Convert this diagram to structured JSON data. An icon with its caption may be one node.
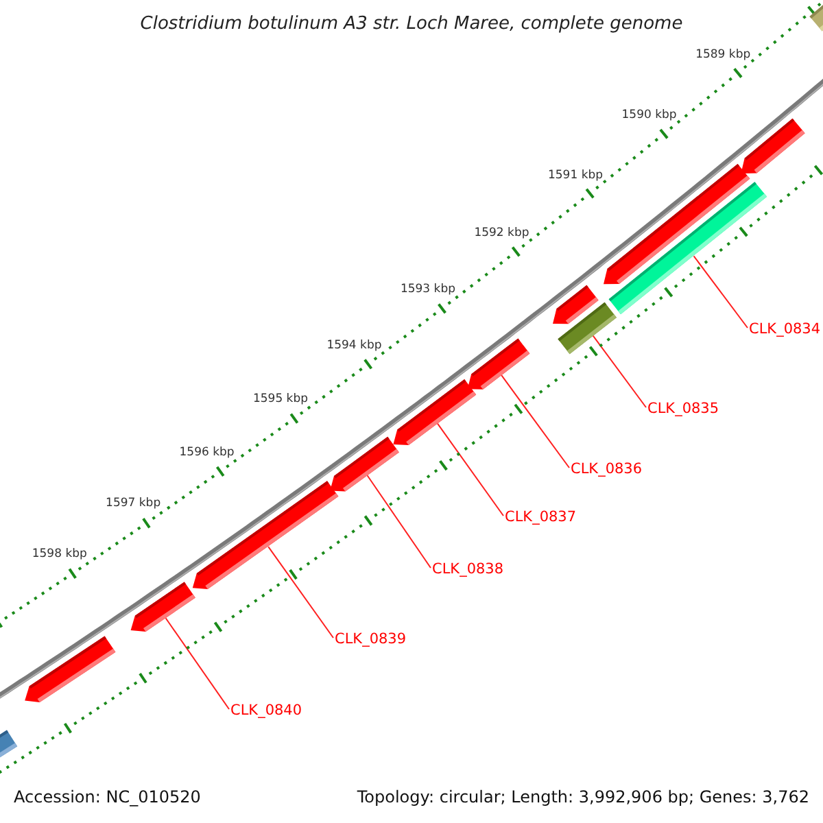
{
  "diagram": {
    "title": "Clostridium botulinum A3 str. Loch Maree, complete genome",
    "nodes": [
      {
        "text": [
          "CLK_0834"
        ]
      },
      {
        "text": [
          "CLK_0835"
        ]
      },
      {
        "text": [
          "CLK_0836"
        ]
      },
      {
        "text": [
          "CLK_0837"
        ]
      },
      {
        "text": [
          "CLK_0838"
        ]
      },
      {
        "text": [
          "CLK_0839"
        ]
      },
      {
        "text": [
          "CLK_0840"
        ]
      },
      {
        "text": [],
        "shape": "bar"
      },
      {
        "text": [],
        "shape": "arrow"
      },
      {
        "text": [],
        "shape": "arrow"
      },
      {
        "text": [],
        "shape": "arrow"
      },
      {
        "text": [],
        "shape": "arrow"
      },
      {
        "text": [],
        "shape": "arrow"
      },
      {
        "text": [],
        "shape": "arrow"
      },
      {
        "text": [],
        "shape": "arrow"
      },
      {
        "text": [],
        "shape": "bar"
      },
      {
        "text": [],
        "shape": "arrow"
      },
      {
        "text": [],
        "shape": "bar"
      },
      {
        "text": [],
        "shape": "arrow"
      },
      {
        "text": [],
        "shape": "bar"
      }
    ],
    "edges": [
      {
        "from": 0,
        "to": 17,
        "arrow": "none"
      },
      {
        "from": 1,
        "to": 15,
        "arrow": "none"
      },
      {
        "from": 2,
        "to": 13,
        "arrow": "none"
      },
      {
        "from": 3,
        "to": 12,
        "arrow": "none"
      },
      {
        "from": 4,
        "to": 11,
        "arrow": "none"
      },
      {
        "from": 5,
        "to": 10,
        "arrow": "none"
      },
      {
        "from": 6,
        "to": 9,
        "arrow": "none"
      }
    ],
    "labels": [
      "1589 kbp",
      "1590 kbp",
      "1591 kbp",
      "1592 kbp",
      "1593 kbp",
      "1594 kbp",
      "1595 kbp",
      "1596 kbp",
      "1597 kbp",
      "1598 kbp",
      "Accession: NC_010520",
      "Topology: circular; Length: 3,992,906 bp; Genes: 3,762"
    ]
  }
}
